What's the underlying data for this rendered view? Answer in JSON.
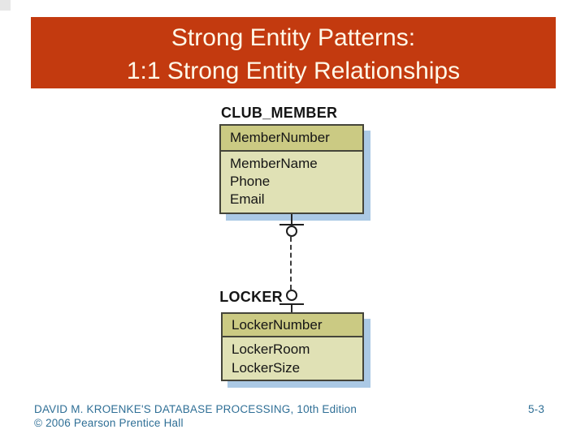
{
  "slide": {
    "title": {
      "line1": "Strong Entity Patterns:",
      "line2": "1:1 Strong Entity Relationships"
    },
    "banner_color": "#C33A0F",
    "title_text_color": "#FFF8E8",
    "background_color": "#FFFFFF"
  },
  "diagram": {
    "entities": [
      {
        "name": "CLUB_MEMBER",
        "key_attribute": "MemberNumber",
        "attributes": [
          "MemberName",
          "Phone",
          "Email"
        ]
      },
      {
        "name": "LOCKER",
        "key_attribute": "LockerNumber",
        "attributes": [
          "LockerRoom",
          "LockerSize"
        ]
      }
    ],
    "relationship": {
      "cardinality": "1:1",
      "line_style": "dashed vertical line",
      "end_symbols": "one-bar and optional-circle at both ends"
    },
    "colors": {
      "entity_header_fill": "#CBCA83",
      "entity_body_fill": "#E0E1B5",
      "entity_border": "#45453A",
      "drop_shadow": "#ABC9E5",
      "text": "#151515"
    }
  },
  "footer": {
    "line1": "DAVID M. KROENKE'S DATABASE PROCESSING, 10th Edition",
    "line2": "© 2006 Pearson Prentice Hall",
    "page_number": "5-3",
    "text_color": "#2F6F96"
  }
}
